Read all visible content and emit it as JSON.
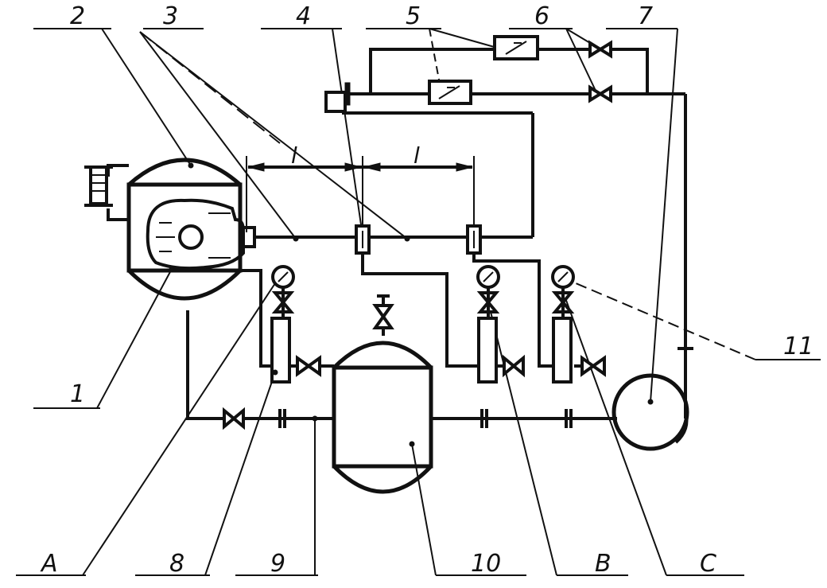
{
  "diagram": {
    "callouts": [
      {
        "key": "c1",
        "label": "1"
      },
      {
        "key": "c2",
        "label": "2"
      },
      {
        "key": "c3",
        "label": "3"
      },
      {
        "key": "c4",
        "label": "4"
      },
      {
        "key": "c5",
        "label": "5"
      },
      {
        "key": "c6",
        "label": "6"
      },
      {
        "key": "c7",
        "label": "7"
      },
      {
        "key": "c8",
        "label": "8"
      },
      {
        "key": "c9",
        "label": "9"
      },
      {
        "key": "c10",
        "label": "10"
      },
      {
        "key": "c11",
        "label": "11"
      },
      {
        "key": "cA",
        "label": "A"
      },
      {
        "key": "cB",
        "label": "B"
      },
      {
        "key": "cC",
        "label": "C"
      }
    ],
    "dimension_label": "l"
  }
}
